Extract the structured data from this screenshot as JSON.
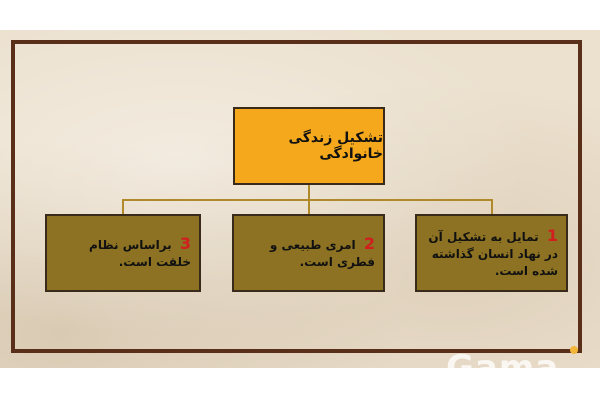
{
  "diagram": {
    "root": {
      "label": "تشکیل زندگی خانوادگی"
    },
    "children": [
      {
        "number": "1",
        "text": "تمایل به تشکیل آن در نهاد انسان گذاشته شده است."
      },
      {
        "number": "2",
        "text": "امری طبیعی و فطری است."
      },
      {
        "number": "3",
        "text": "براساس نظام خلقت است."
      }
    ]
  },
  "watermark": {
    "text": "Gama"
  },
  "colors": {
    "root_fill": "#f5a81b",
    "child_fill": "#8c7222",
    "frame": "#5a2f1a",
    "number": "#d11e1e",
    "connector": "#b08a2a"
  }
}
